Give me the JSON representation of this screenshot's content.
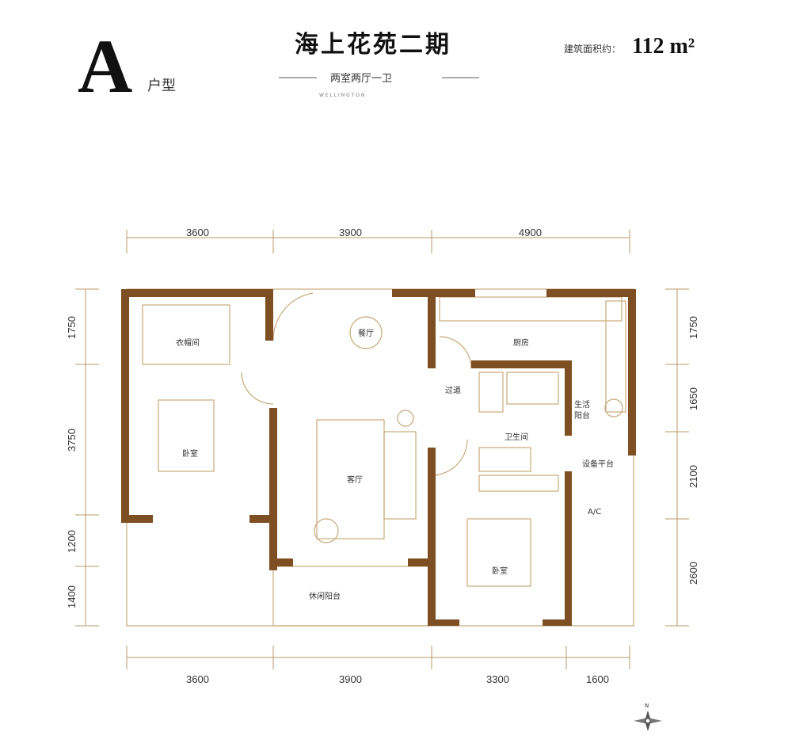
{
  "header": {
    "type_letter": "A",
    "type_suffix": "户型",
    "project_title": "海上花苑二期",
    "layout_desc": "两室两厅一卫",
    "brand": "W E L L I N G T O N",
    "area_label": "建筑面积约：",
    "area_value": "112 m²"
  },
  "dimensions": {
    "top": [
      "3600",
      "3900",
      "4900"
    ],
    "bottom": [
      "3600",
      "3900",
      "3300",
      "1600"
    ],
    "left": [
      "1750",
      "3750",
      "1200",
      "1400"
    ],
    "right": [
      "1750",
      "1650",
      "2100",
      "2600"
    ]
  },
  "rooms": {
    "cloakroom": "衣帽间",
    "dining": "餐厅",
    "kitchen": "厨房",
    "corridor": "过道",
    "utility_balcony_1": "生活",
    "utility_balcony_2": "阳台",
    "bathroom": "卫生间",
    "bedroom_left": "卧室",
    "living": "客厅",
    "equipment_platform": "设备平台",
    "ac": "A/C",
    "bedroom_right": "卧室",
    "leisure_balcony": "休闲阳台"
  },
  "compass": {
    "north": "N"
  },
  "colors": {
    "wall": "#7d4f22",
    "line": "#c7a97a"
  }
}
